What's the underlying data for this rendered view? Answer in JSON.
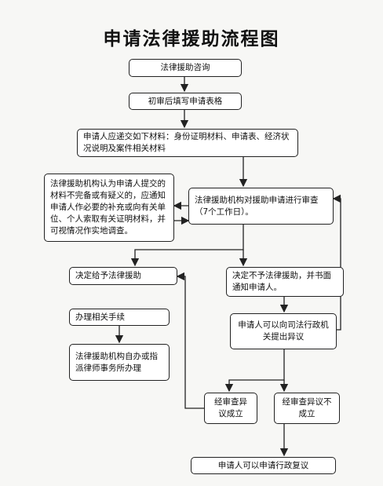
{
  "title": "申请法律援助流程图",
  "nodes": {
    "consult": "法律援助咨询",
    "form": "初审后填写申请表格",
    "materials": "申请人应递交如下材料：身份证明材料、申请表、经济状况说明及案件相关材料",
    "review": "法律援助机构对援助申请进行审查（7个工作日）。",
    "supplement": "法律援助机构认为申请人提交的材料不完备或有疑义的，应通知申请人作必要的补充或向有关单位、个人索取有关证明材料，并可视情况作实地调查。",
    "grant": "决定给予法律援助",
    "deny": "决定不予法律援助，并书面通知申请人。",
    "procedures": "办理相关手续",
    "handle": "法律援助机构自办或指派律师事务所办理",
    "objection": "申请人可以向司法行政机关提出异议",
    "upheld": "经审查异议成立",
    "rejected": "经审查异议不成立",
    "admin_review": "申请人可以申请行政复议"
  }
}
